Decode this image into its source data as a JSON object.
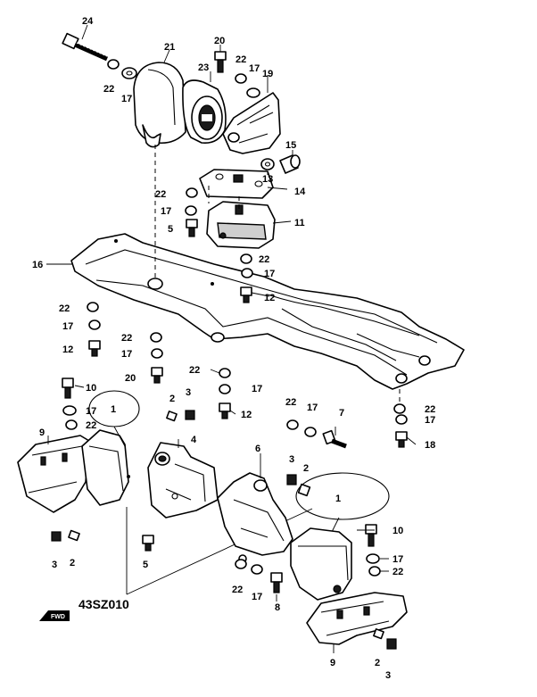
{
  "diagram": {
    "code": "43SZ010",
    "fwd_label": "FWD",
    "labels": {
      "p24": "24",
      "p21": "21",
      "p20": "20",
      "p23": "23",
      "p22a": "22",
      "p17a": "17",
      "p19": "19",
      "p22b": "22",
      "p17b": "17",
      "p15": "15",
      "p13": "13",
      "p22c": "22",
      "p14": "14",
      "p17c": "17",
      "p11": "11",
      "p5a": "5",
      "p16": "16",
      "p22d": "22",
      "p17d": "17",
      "p12a": "12",
      "p22e": "22",
      "p17e": "17",
      "p12b": "12",
      "p22f": "22",
      "p17f": "17",
      "p20b": "20",
      "p22g": "22",
      "p17g": "17",
      "p10a": "10",
      "p17h": "17",
      "p22h": "22",
      "p1a": "1",
      "p2a": "2",
      "p3a": "3",
      "p12c": "12",
      "p22i": "22",
      "p17i": "17",
      "p7": "7",
      "p22j": "22",
      "p17j": "17",
      "p18": "18",
      "p9a": "9",
      "p4": "4",
      "p6": "6",
      "p3b": "3",
      "p2b": "2",
      "p1b": "1",
      "p10b": "10",
      "p17k": "17",
      "p22k": "22",
      "p3c": "3",
      "p2c": "2",
      "p5b": "5",
      "p22l": "22",
      "p17l": "17",
      "p8": "8",
      "p9b": "9",
      "p2d": "2",
      "p3d": "3"
    }
  }
}
